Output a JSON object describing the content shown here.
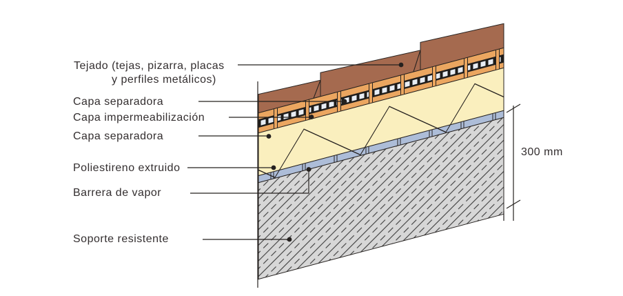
{
  "diagram": {
    "labels": {
      "tejado_line1": "Tejado  (tejas, pizarra, placas",
      "tejado_line2": "y perfiles metálicos)",
      "capa_separadora_sup": "Capa separadora",
      "capa_impermeabilizacion": "Capa impermeabilización",
      "capa_separadora_inf": "Capa separadora",
      "poliestireno": "Poliestireno extruido",
      "barrera_vapor": "Barrera de vapor",
      "soporte": "Soporte resistente",
      "dimension": "300 mm"
    },
    "colors": {
      "tile_brown": "#a56a4f",
      "batten_orange": "#eba660",
      "membrane_dark": "#1e1c1a",
      "membrane_square": "#e8edf4",
      "insulation_yellow": "#faefbe",
      "vapor_blue": "#adbdd8",
      "support_gray": "#d7d7d7",
      "hatch_line": "#3d3d3d",
      "line_dark": "#25211f",
      "text_dark": "#332e2f"
    }
  }
}
